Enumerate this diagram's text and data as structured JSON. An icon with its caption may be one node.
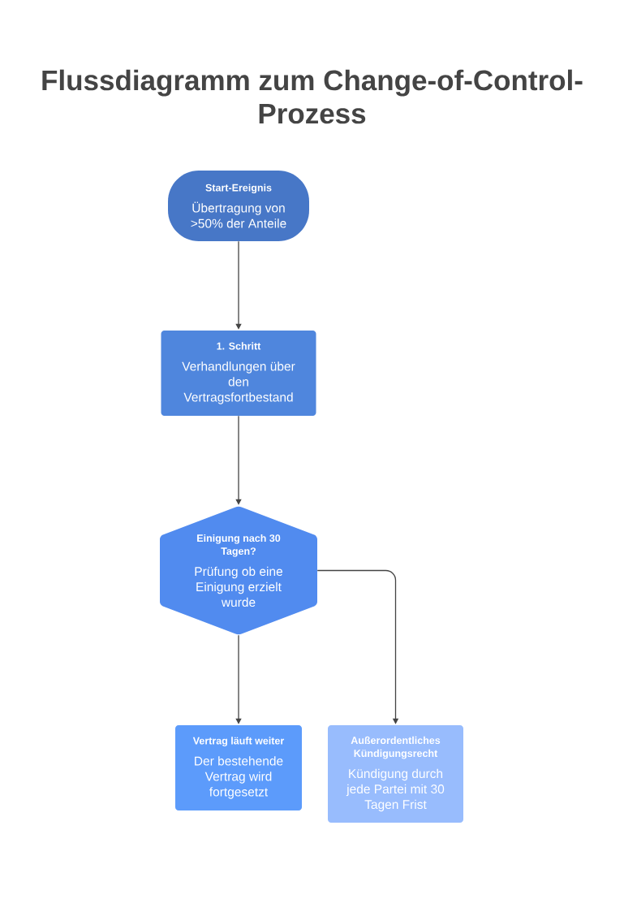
{
  "diagram": {
    "title": "Flussdiagramm zum Change-of-Control-Prozess",
    "nodes": [
      {
        "text": [
          "Start-Ereignis",
          "Übertragung von >50% der Anteile"
        ]
      },
      {
        "text": [
          "1. Schritt",
          "Verhandlungen über den Vertragsfortbestand"
        ]
      },
      {
        "text": [
          "Einigung nach 30 Tagen?",
          "Prüfung ob eine Einigung erzielt wurde"
        ]
      },
      {
        "text": [
          "Vertrag läuft weiter",
          "Der bestehende Vertrag wird fortgesetzt"
        ]
      },
      {
        "text": [
          "Außerordentliches Kündigungsrecht",
          "Kündigung durch jede Partei mit 30 Tagen Frist"
        ]
      }
    ],
    "edges": [
      {
        "from": 0,
        "to": 1,
        "arrow": "to"
      },
      {
        "from": 1,
        "to": 2,
        "arrow": "to"
      },
      {
        "from": 2,
        "to": 3,
        "arrow": "to"
      },
      {
        "from": 2,
        "to": 4,
        "arrow": "to"
      }
    ]
  }
}
